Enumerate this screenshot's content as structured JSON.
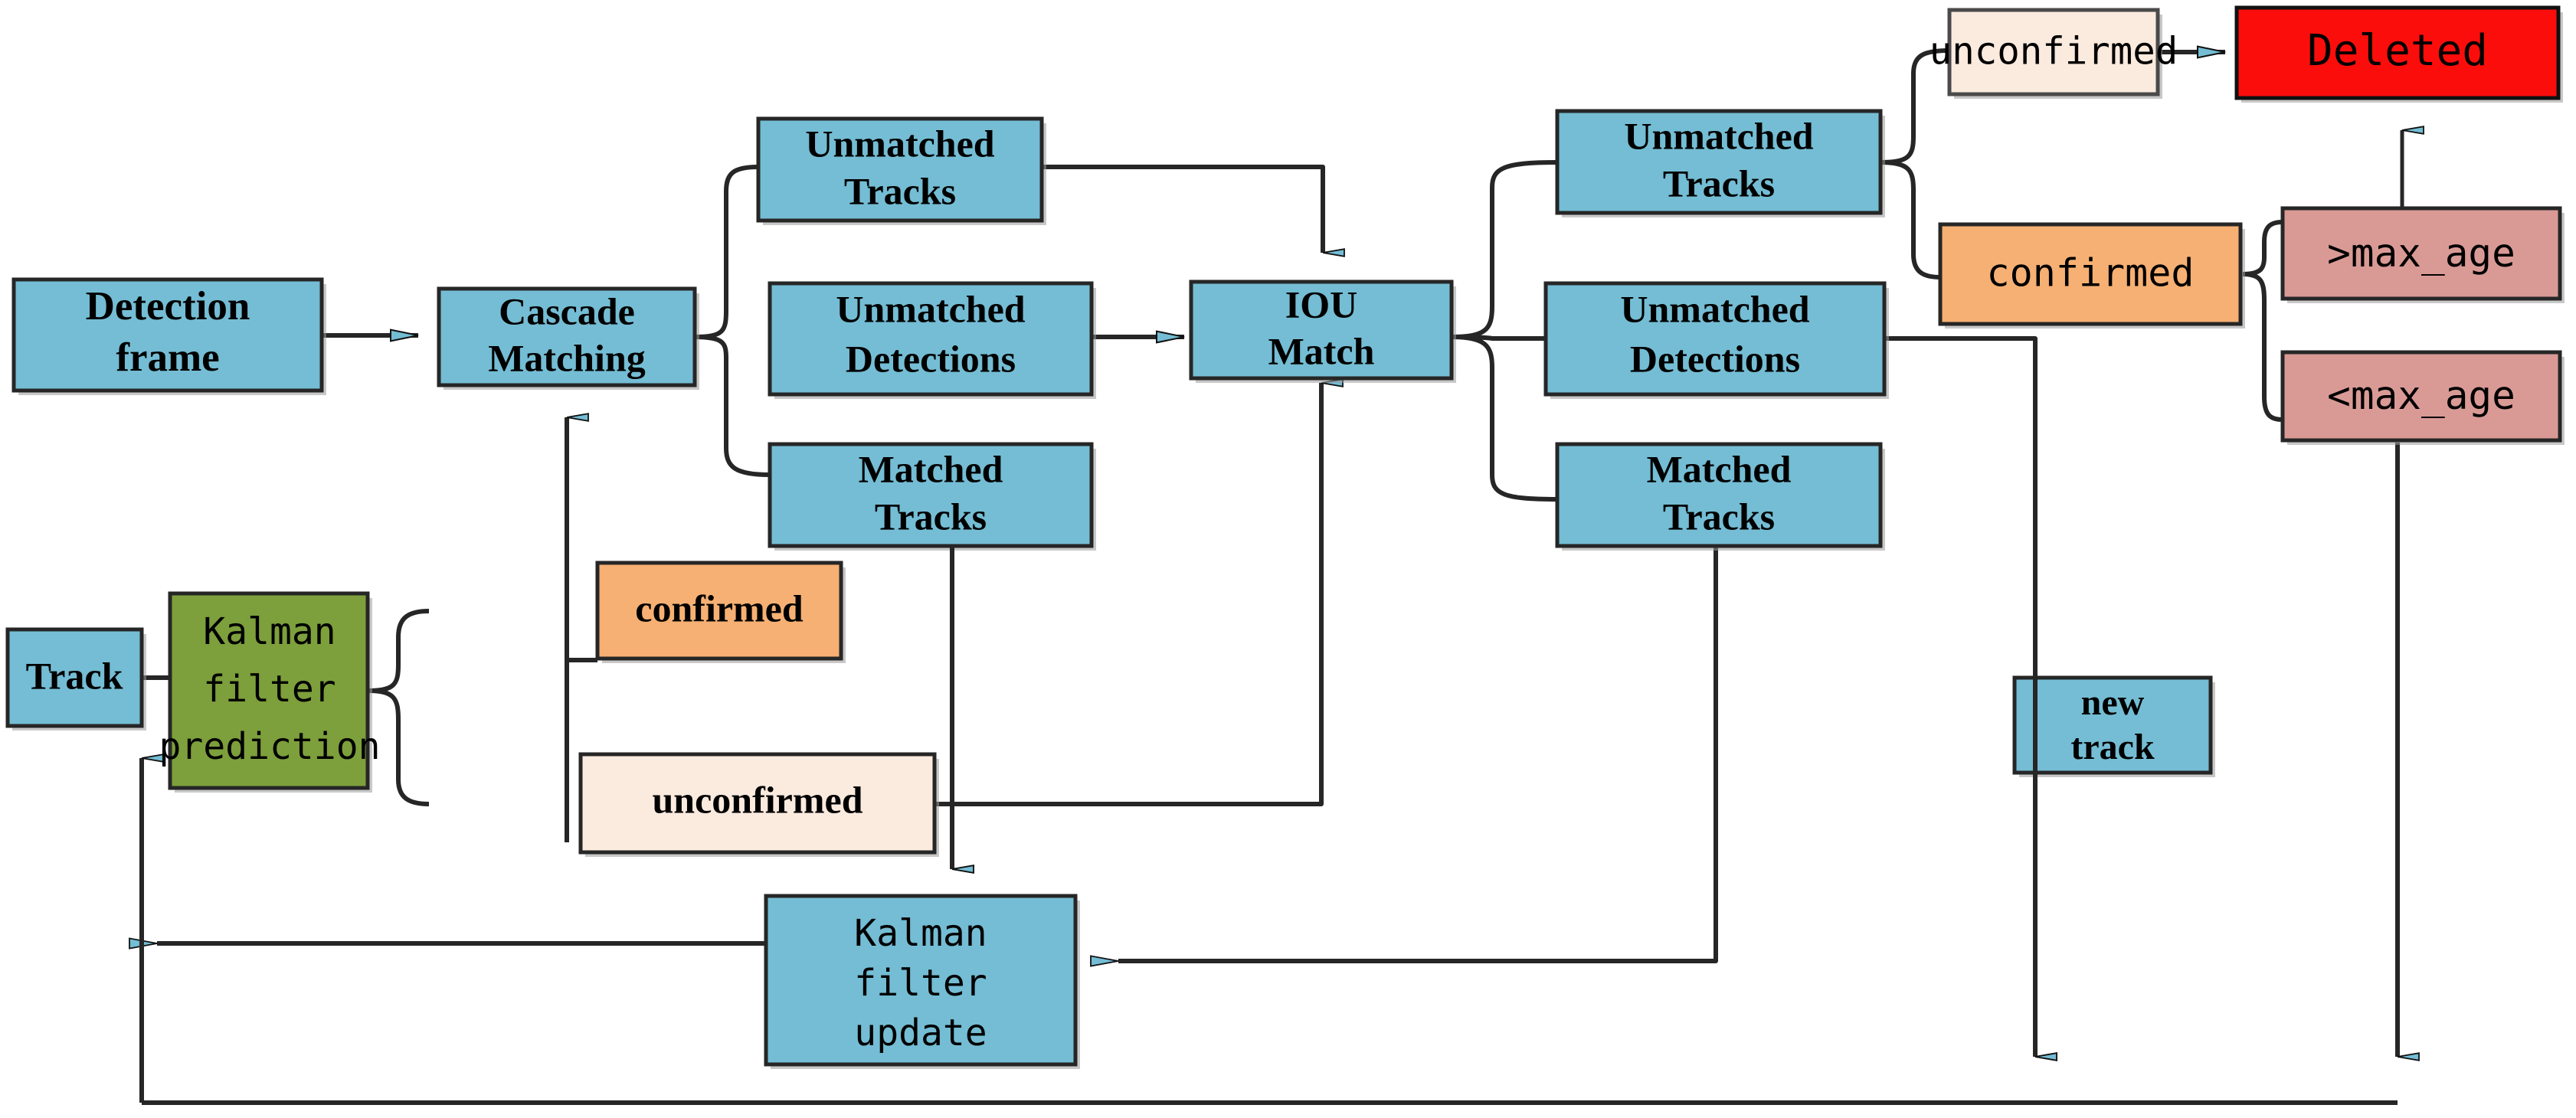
{
  "diagram": {
    "title": "DeepSORT tracking pipeline flowchart",
    "palette": {
      "blue": "#74bdd4",
      "green": "#7d9f3c",
      "orange": "#f6b073",
      "cream": "#fbeade",
      "red": "#fb0d0b",
      "rose": "#d99a96",
      "stroke": "#262626",
      "arrow_fill": "#74bdd4",
      "shadow": "#9a9a9a",
      "background": "#ffffff"
    },
    "nodes": {
      "detection_frame": {
        "line1": "Detection",
        "line2": "frame",
        "color": "blue",
        "style": "serif-bold"
      },
      "cascade_matching": {
        "line1": "Cascade",
        "line2": "Matching",
        "color": "blue",
        "style": "serif-bold"
      },
      "unmatched_tracks_left": {
        "line1": "Unmatched",
        "line2": "Tracks",
        "color": "blue",
        "style": "serif-bold"
      },
      "unmatched_detections_left": {
        "line1": "Unmatched",
        "line2": "Detections",
        "color": "blue",
        "style": "serif-bold"
      },
      "matched_tracks_left": {
        "line1": "Matched",
        "line2": "Tracks",
        "color": "blue",
        "style": "serif-bold"
      },
      "iou_match": {
        "line1": "IOU",
        "line2": "Match",
        "color": "blue",
        "style": "serif-bold"
      },
      "unmatched_tracks_right": {
        "line1": "Unmatched",
        "line2": "Tracks",
        "color": "blue",
        "style": "serif-bold"
      },
      "unmatched_detections_right": {
        "line1": "Unmatched",
        "line2": "Detections",
        "color": "blue",
        "style": "serif-bold"
      },
      "matched_tracks_right": {
        "line1": "Matched",
        "line2": "Tracks",
        "color": "blue",
        "style": "serif-bold"
      },
      "unconfirmed_top_right": {
        "line1": "unconfirmed",
        "color": "cream",
        "style": "mono-plain"
      },
      "deleted": {
        "line1": "Deleted",
        "color": "red",
        "style": "mono-plain"
      },
      "confirmed_right": {
        "line1": "confirmed",
        "color": "orange",
        "style": "mono-plain"
      },
      "gt_max_age": {
        "line1": ">max_age",
        "color": "rose",
        "style": "mono-plain"
      },
      "lt_max_age": {
        "line1": "<max_age",
        "color": "rose",
        "style": "mono-plain"
      },
      "track": {
        "line1": "Track",
        "color": "blue",
        "style": "serif-bold"
      },
      "kalman_filter_prediction": {
        "line1": "Kalman",
        "line2": "filter",
        "line3": "prediction",
        "color": "green",
        "style": "mono-plain"
      },
      "confirmed_left": {
        "line1": "confirmed",
        "color": "orange",
        "style": "serif-bold"
      },
      "unconfirmed_left": {
        "line1": "unconfirmed",
        "color": "cream",
        "style": "serif-bold"
      },
      "new_track": {
        "line1": "new",
        "line2": "track",
        "color": "blue",
        "style": "serif-bold"
      },
      "kalman_filter_update": {
        "line1": "Kalman",
        "line2": "filter",
        "line3": "update",
        "color": "blue",
        "style": "mono-plain"
      }
    }
  }
}
